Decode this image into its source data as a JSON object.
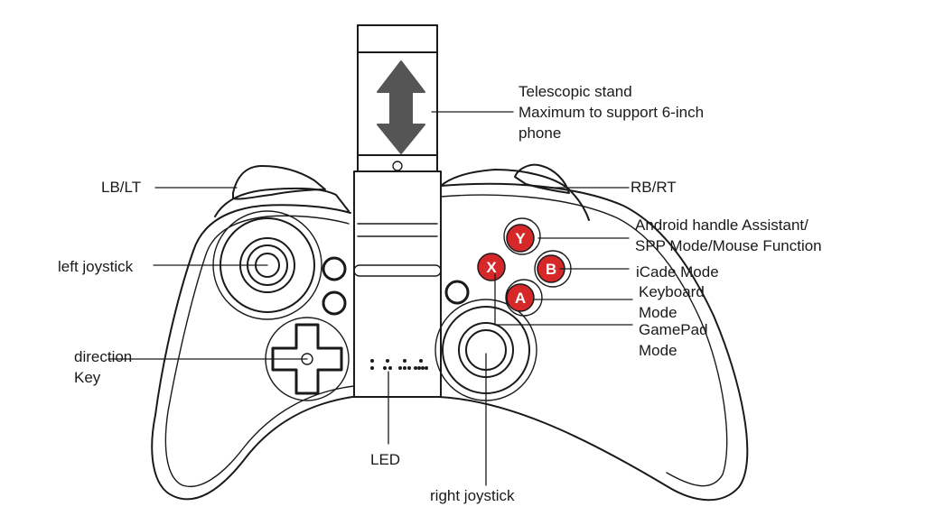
{
  "labels": {
    "telescopic": [
      "Telescopic stand",
      "Maximum to support 6-inch",
      "phone"
    ],
    "lb_lt": "LB/LT",
    "rb_rt": "RB/RT",
    "android": [
      "Android handle Assistant/",
      "SPP Mode/Mouse Function"
    ],
    "icade": "iCade Mode",
    "keyboard": [
      "Keyboard",
      "Mode"
    ],
    "gamepad": [
      "GamePad",
      "Mode"
    ],
    "left_joystick": "left joystick",
    "direction_key": [
      "direction",
      "Key"
    ],
    "led": "LED",
    "right_joystick": "right joystick"
  },
  "buttons": {
    "y": "Y",
    "x": "X",
    "b": "B",
    "a": "A"
  },
  "colors": {
    "button_face": "#d62828",
    "line": "#1a1a1a"
  }
}
